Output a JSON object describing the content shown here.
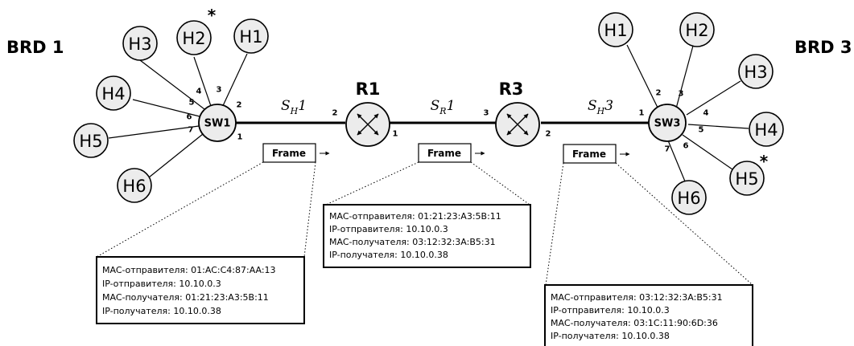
{
  "domains": [
    {
      "label": "BRD 1"
    },
    {
      "label": "BRD 3"
    }
  ],
  "switches": [
    {
      "label": "SW1"
    },
    {
      "label": "SW3"
    }
  ],
  "routers": [
    {
      "label": "R1"
    },
    {
      "label": "R3"
    }
  ],
  "hosts_left": [
    {
      "label": "H3",
      "port": "4",
      "star": ""
    },
    {
      "label": "H2",
      "port": "3",
      "star": "*"
    },
    {
      "label": "H1",
      "port": "2",
      "star": ""
    },
    {
      "label": "H4",
      "port": "5",
      "star": ""
    },
    {
      "label": "H5",
      "port": "6",
      "star": ""
    },
    {
      "label": "H6",
      "port": "7",
      "star": ""
    }
  ],
  "hosts_right": [
    {
      "label": "H1",
      "port": "2",
      "star": ""
    },
    {
      "label": "H2",
      "port": "3",
      "star": ""
    },
    {
      "label": "H3",
      "port": "4",
      "star": ""
    },
    {
      "label": "H4",
      "port": "5",
      "star": ""
    },
    {
      "label": "H5",
      "port": "6",
      "star": "*"
    },
    {
      "label": "H6",
      "port": "7",
      "star": ""
    }
  ],
  "trunk_ports": {
    "sw1_trunk": "1",
    "r1_left": "2",
    "r1_right": "1",
    "r3_left": "3",
    "r3_right": "2",
    "sw3_trunk": "1"
  },
  "segments": [
    {
      "main": "S",
      "sub": "H",
      "suffix": "1"
    },
    {
      "main": "S",
      "sub": "R",
      "suffix": "1"
    },
    {
      "main": "S",
      "sub": "H",
      "suffix": "3"
    }
  ],
  "frame_label": "Frame",
  "frames": [
    {
      "mac_src": "MAC-отправителя: 01:AC:C4:87:AA:13",
      "ip_src": "IP-отправителя: 10.10.0.3",
      "mac_dst": "MAC-получателя: 01:21:23:A3:5B:11",
      "ip_dst": "IP-получателя: 10.10.0.38"
    },
    {
      "mac_src": "MAC-отправителя: 01:21:23:A3:5B:11",
      "ip_src": "IP-отправителя: 10.10.0.3",
      "mac_dst": "MAC-получателя: 03:12:32:3A:B5:31",
      "ip_dst": "IP-получателя: 10.10.0.38"
    },
    {
      "mac_src": "MAC-отправителя: 03:12:32:3A:B5:31",
      "ip_src": "IP-отправителя: 10.10.0.3",
      "mac_dst": "MAC-получателя: 03:1C:11:90:6D:36",
      "ip_dst": "IP-получателя: 10.10.0.38"
    }
  ]
}
